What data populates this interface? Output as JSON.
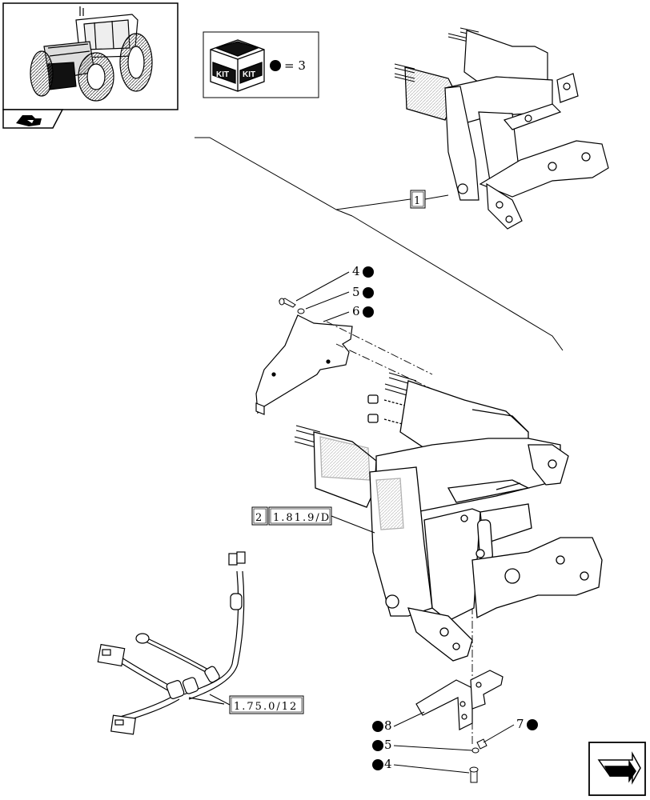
{
  "thumbnail": {
    "icon": "tractor-front-hitch-thumbnail"
  },
  "section_tab": {
    "icon": "section-arrow-icon"
  },
  "kit_legend": {
    "kit_label_left": "KIT",
    "kit_label_right": "KIT",
    "equals_text": "= 3"
  },
  "reference_boxes": {
    "assembly_ref": "1",
    "frame_ref_num": "2",
    "frame_ref_code": "1.81.9/D",
    "harness_ref_code": "1.75.0/12"
  },
  "callouts": {
    "c4_top": "4",
    "c5_top": "5",
    "c6": "6",
    "c8": "8",
    "c7": "7",
    "c5_bottom": "5",
    "c4_bottom": "4"
  },
  "nav": {
    "next_page_icon": "next-page-arrow-icon"
  },
  "colors": {
    "ink": "#000000",
    "paper": "#ffffff",
    "hatch": "#444444"
  }
}
